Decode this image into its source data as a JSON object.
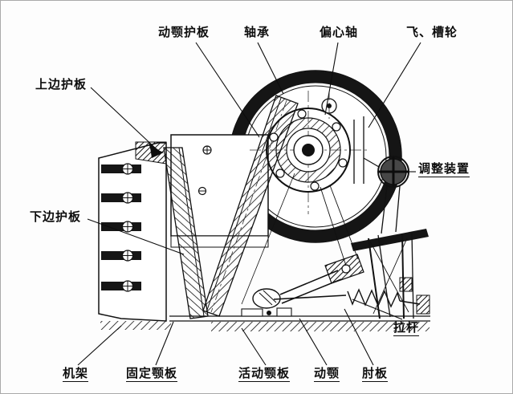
{
  "labels": {
    "moving_jaw_guard": "动颚护板",
    "bearing": "轴承",
    "eccentric_shaft": "偏心轴",
    "flywheel_sheave": "飞、槽轮",
    "upper_side_guard": "上边护板",
    "adjustment_device": "调整装置",
    "lower_side_guard": "下边护板",
    "tension_rod": "拉杆",
    "frame": "机架",
    "fixed_jaw_plate": "固定颚板",
    "movable_jaw_plate": "活动颚板",
    "moving_jaw": "动颚",
    "toggle_plate": "肘板"
  },
  "colors": {
    "line": "#111111",
    "background": "#fdfdfd"
  }
}
